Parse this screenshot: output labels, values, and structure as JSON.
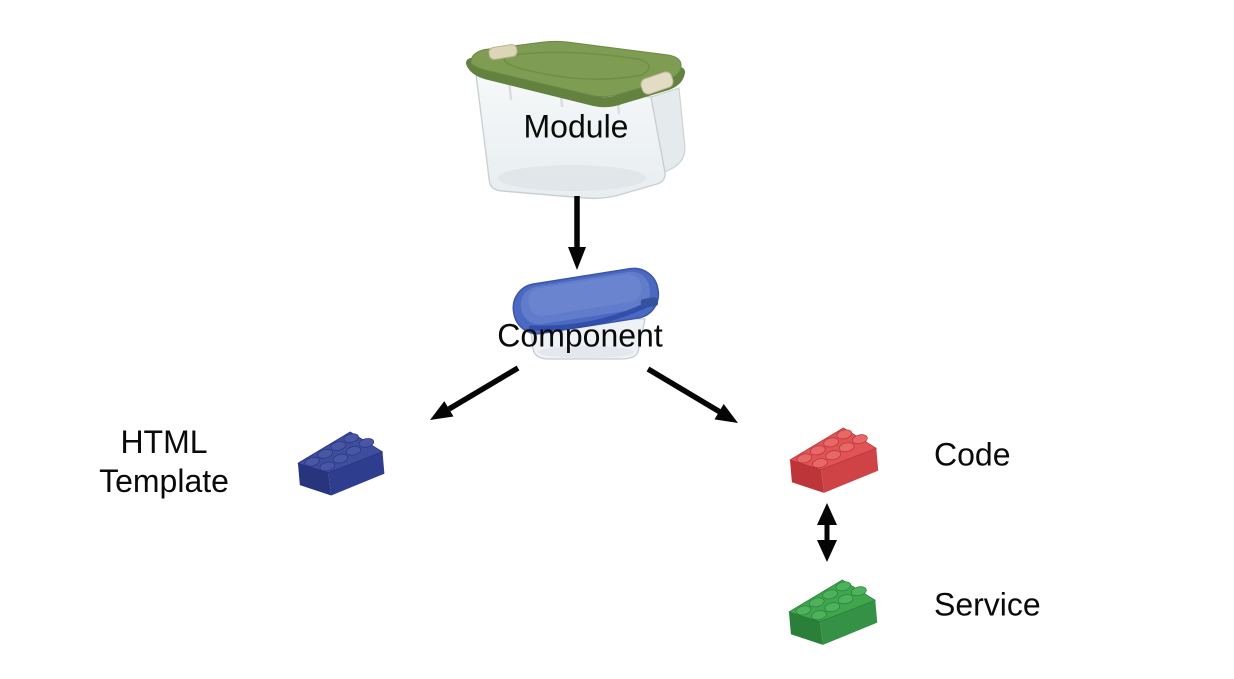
{
  "diagram": {
    "background_color": "#ffffff",
    "arrow_color": "#050505",
    "label_color": "#0a0a0a",
    "nodes": {
      "module": {
        "label": "Module",
        "icon": "storage-bin-green-lid",
        "lid_color": "#7e9d53"
      },
      "component": {
        "label": "Component",
        "icon": "food-container-blue-lid",
        "lid_color": "#4b69c0"
      },
      "html_template": {
        "label_line1": "HTML",
        "label_line2": "Template",
        "icon": "lego-brick",
        "brick_color": "#3e4d9d"
      },
      "code": {
        "label": "Code",
        "icon": "lego-brick",
        "brick_color": "#e15354"
      },
      "service": {
        "label": "Service",
        "icon": "lego-brick",
        "brick_color": "#3fa64e"
      }
    },
    "edges": [
      {
        "from": "Module",
        "to": "Component",
        "type": "arrow"
      },
      {
        "from": "Component",
        "to": "HTML Template",
        "type": "arrow"
      },
      {
        "from": "Component",
        "to": "Code",
        "type": "arrow"
      },
      {
        "from": "Code",
        "to": "Service",
        "type": "double-arrow"
      }
    ]
  }
}
